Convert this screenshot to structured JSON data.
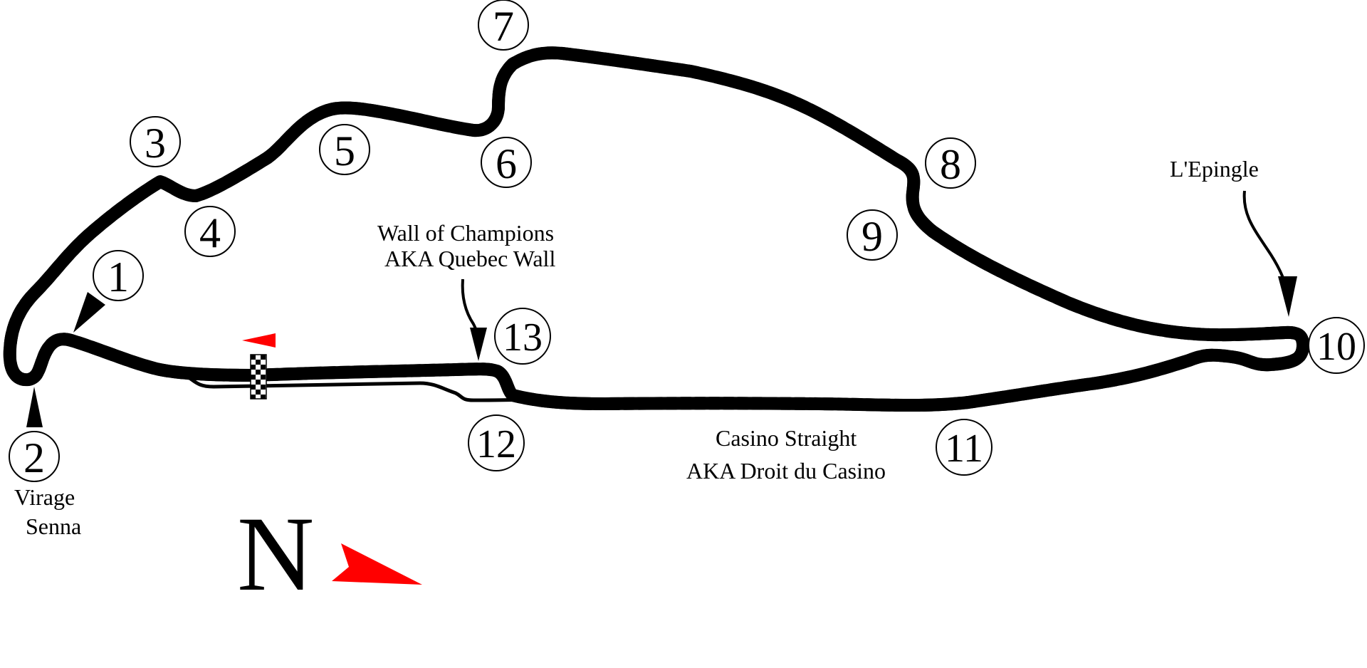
{
  "colors": {
    "track_outline": "#000000",
    "sector1": "#f5f516",
    "sector2": "#e8171b",
    "sector3": "#2fe0e8",
    "direction_arrow": "#ff0000",
    "background": "#ffffff"
  },
  "turns": [
    "1",
    "2",
    "3",
    "4",
    "5",
    "6",
    "7",
    "8",
    "9",
    "10",
    "11",
    "12",
    "13"
  ],
  "labels": {
    "virage_senna": [
      "Virage",
      "Senna"
    ],
    "wall_of_champions": [
      "Wall of Champions",
      "AKA Quebec Wall"
    ],
    "l_epingle": "L'Epingle",
    "casino_straight": [
      "Casino Straight",
      "AKA Droit du Casino"
    ]
  },
  "compass": {
    "letter": "N",
    "icon": "north-arrow-icon"
  },
  "icons": {
    "start_finish": "checkered-flag-icon",
    "direction": "race-direction-icon"
  }
}
